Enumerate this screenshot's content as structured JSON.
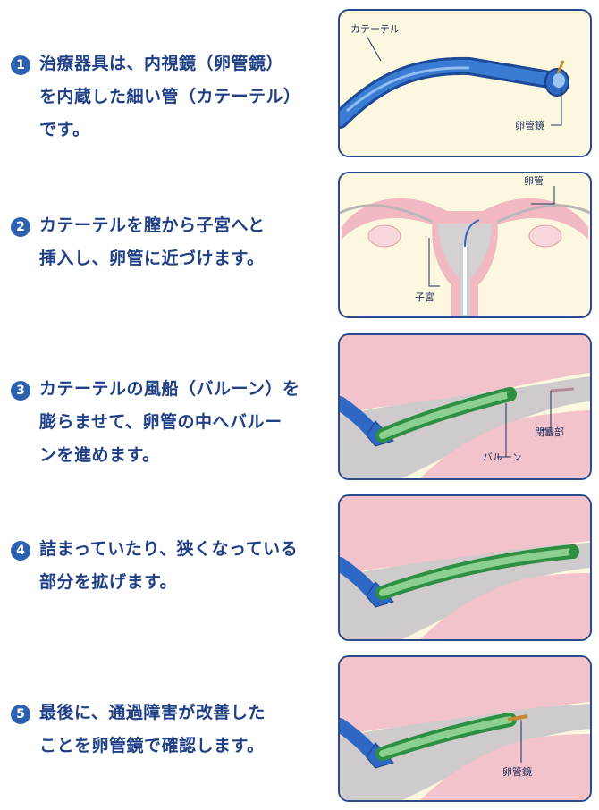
{
  "steps": [
    {
      "number": "1",
      "lines": [
        "治療器具は、内視鏡（卵管鏡）",
        "を内蔵した細い管（カテーテル）",
        "です。"
      ],
      "labels": {
        "catheter": "カテーテル",
        "scope": "卵管鏡"
      }
    },
    {
      "number": "2",
      "lines": [
        "カテーテルを膣から子宮へと",
        "挿入し、卵管に近づけます。"
      ],
      "labels": {
        "tube": "卵管",
        "uterus": "子宮"
      }
    },
    {
      "number": "3",
      "lines": [
        "カテーテルの風船（バルーン）を",
        "膨らませて、卵管の中へバルー",
        "ンを進めます。"
      ],
      "labels": {
        "blockage": "閉塞部",
        "balloon": "バルーン"
      }
    },
    {
      "number": "4",
      "lines": [
        "詰まっていたり、狭くなっている",
        "部分を拡げます。"
      ]
    },
    {
      "number": "5",
      "lines": [
        "最後に、通過障害が改善した",
        "ことを卵管鏡で確認します。"
      ],
      "labels": {
        "scope": "卵管鏡"
      }
    }
  ],
  "colors": {
    "accent": "#2c61b0",
    "text": "#1f3f86",
    "panel_bg": "#fbf8df",
    "tissue": "#f4c6cd",
    "catheter": "#2f68c4",
    "balloon": "#5fb56a"
  }
}
